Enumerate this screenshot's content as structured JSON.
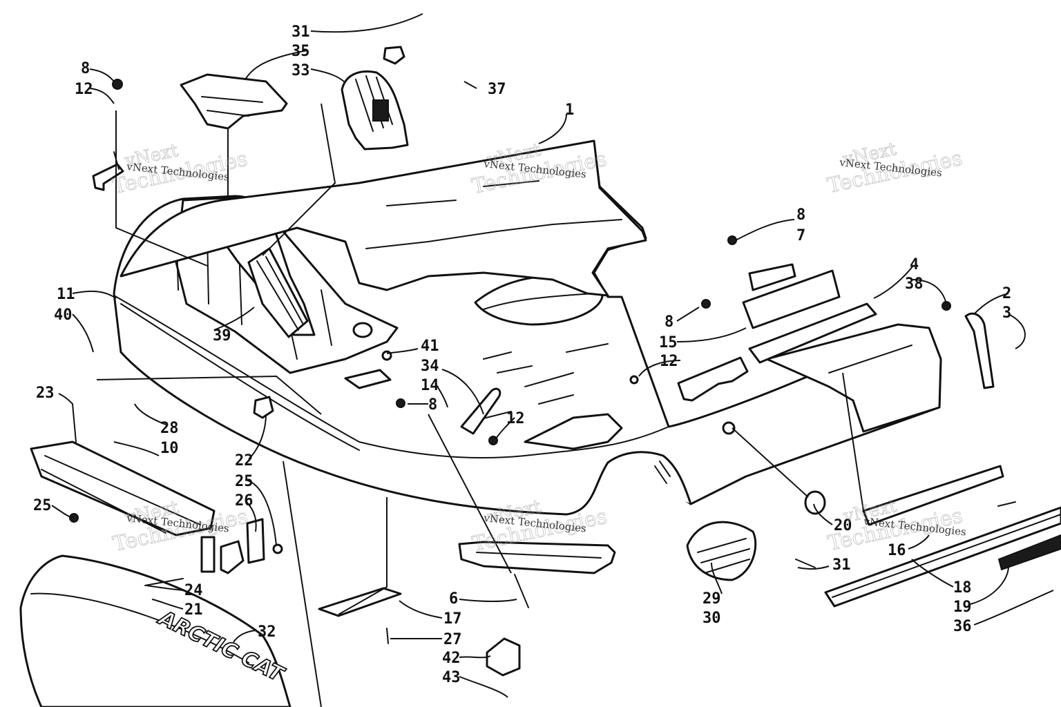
{
  "diagram": {
    "callouts": [
      {
        "id": "c1",
        "label": "1"
      },
      {
        "id": "c2",
        "label": "2"
      },
      {
        "id": "c3",
        "label": "3"
      },
      {
        "id": "c4",
        "label": "4"
      },
      {
        "id": "c38",
        "label": "38"
      },
      {
        "id": "c6",
        "label": "6"
      },
      {
        "id": "c7",
        "label": "7"
      },
      {
        "id": "c8a",
        "label": "8"
      },
      {
        "id": "c8b",
        "label": "8"
      },
      {
        "id": "c8c",
        "label": "8"
      },
      {
        "id": "c8d",
        "label": "8"
      },
      {
        "id": "c10",
        "label": "10"
      },
      {
        "id": "c11",
        "label": "11"
      },
      {
        "id": "c12a",
        "label": "12"
      },
      {
        "id": "c12b",
        "label": "12"
      },
      {
        "id": "c12c",
        "label": "12"
      },
      {
        "id": "c14",
        "label": "14"
      },
      {
        "id": "c15",
        "label": "15"
      },
      {
        "id": "c16",
        "label": "16"
      },
      {
        "id": "c17",
        "label": "17"
      },
      {
        "id": "c18",
        "label": "18"
      },
      {
        "id": "c19",
        "label": "19"
      },
      {
        "id": "c20",
        "label": "20"
      },
      {
        "id": "c21",
        "label": "21"
      },
      {
        "id": "c22",
        "label": "22"
      },
      {
        "id": "c23",
        "label": "23"
      },
      {
        "id": "c24",
        "label": "24"
      },
      {
        "id": "c25a",
        "label": "25"
      },
      {
        "id": "c25b",
        "label": "25"
      },
      {
        "id": "c26",
        "label": "26"
      },
      {
        "id": "c27",
        "label": "27"
      },
      {
        "id": "c28",
        "label": "28"
      },
      {
        "id": "c29",
        "label": "29"
      },
      {
        "id": "c30",
        "label": "30"
      },
      {
        "id": "c31a",
        "label": "31"
      },
      {
        "id": "c31b",
        "label": "31"
      },
      {
        "id": "c32",
        "label": "32"
      },
      {
        "id": "c33",
        "label": "33"
      },
      {
        "id": "c34",
        "label": "34"
      },
      {
        "id": "c35",
        "label": "35"
      },
      {
        "id": "c36",
        "label": "36"
      },
      {
        "id": "c37",
        "label": "37"
      },
      {
        "id": "c39",
        "label": "39"
      },
      {
        "id": "c40",
        "label": "40"
      },
      {
        "id": "c41",
        "label": "41"
      },
      {
        "id": "c42",
        "label": "42"
      },
      {
        "id": "c43",
        "label": "43"
      }
    ]
  },
  "watermark": {
    "brand_line_1": "vNext",
    "brand_line_2": "Technologies",
    "caption": "vNext Technologies"
  },
  "hood_logo": "ARCTIC CAT"
}
